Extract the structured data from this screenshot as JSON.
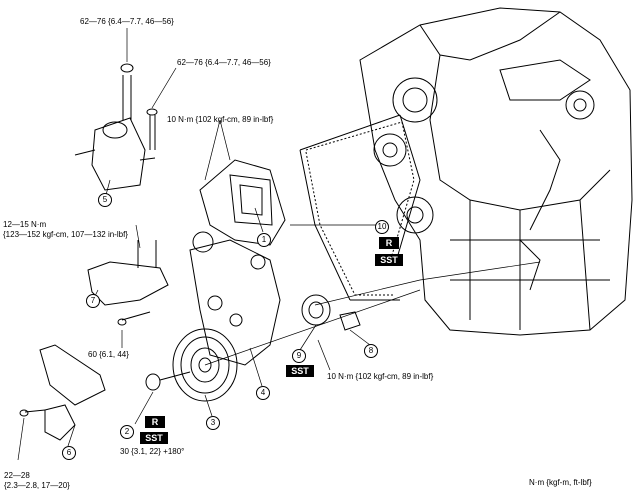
{
  "torque": {
    "t1": "62—76 {6.4—7.7, 46—56}",
    "t2": "62—76 {6.4—7.7, 46—56}",
    "t3": "10 N·m {102 kgf-cm, 89 in-lbf}",
    "t4_line1": "12—15 N·m",
    "t4_line2": "{123—152 kgf-cm, 107—132 in-lbf}",
    "t5": "60 {6.1, 44}",
    "t6": "10 N·m {102 kgf-cm, 89 in-lbf}",
    "t7": "30 {3.1, 22} +180°",
    "t8_line1": "22—28",
    "t8_line2": "{2.3—2.8, 17—20}"
  },
  "callouts": [
    "1",
    "2",
    "3",
    "4",
    "5",
    "6",
    "7",
    "8",
    "9",
    "10"
  ],
  "tags": {
    "r_upper": "R",
    "sst_upper": "SST",
    "sst_mid": "SST",
    "r_lower": "R",
    "sst_lower": "SST"
  },
  "units": "N·m {kgf-m, ft-lbf}"
}
